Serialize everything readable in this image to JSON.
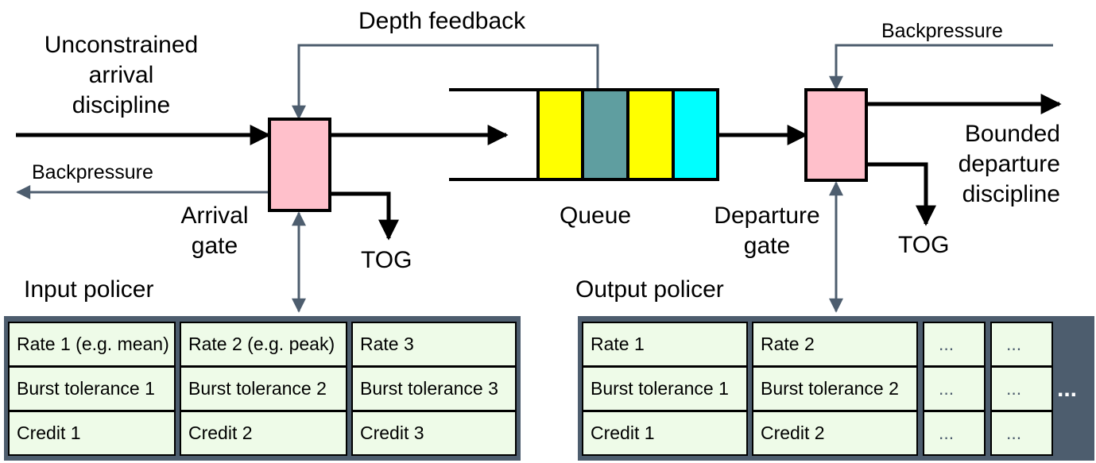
{
  "labels": {
    "unconstrained": [
      "Unconstrained",
      "arrival",
      "discipline"
    ],
    "depth_feedback": "Depth feedback",
    "backpressure_top": "Backpressure",
    "backpressure_left": "Backpressure",
    "arrival_gate": [
      "Arrival",
      "gate"
    ],
    "tog_left": "TOG",
    "queue": "Queue",
    "departure_gate": [
      "Departure",
      "gate"
    ],
    "tog_right": "TOG",
    "bounded": [
      "Bounded",
      "departure",
      "discipline"
    ],
    "input_policer": "Input policer",
    "output_policer": "Output policer"
  },
  "colors": {
    "gate_fill": "#ffc0cb",
    "queue_slots": [
      "#ffff00",
      "#5f9ea0",
      "#ffff00",
      "#00ffff"
    ],
    "feedback_line": "#4d5d6e",
    "policer_frame": "#4d5d6e",
    "cell_fill": "#eefbe8"
  },
  "input_policer": {
    "columns": [
      [
        "Rate 1 (e.g. mean)",
        "Burst tolerance 1",
        "Credit 1"
      ],
      [
        "Rate 2 (e.g. peak)",
        "Burst tolerance 2",
        "Credit 2"
      ],
      [
        "Rate 3",
        "Burst tolerance 3",
        "Credit 3"
      ]
    ]
  },
  "output_policer": {
    "columns": [
      [
        "Rate 1",
        "Burst tolerance 1",
        "Credit 1"
      ],
      [
        "Rate 2",
        "Burst tolerance 2",
        "Credit 2"
      ],
      [
        "...",
        "...",
        "..."
      ],
      [
        "...",
        "...",
        "..."
      ]
    ],
    "more": "..."
  }
}
